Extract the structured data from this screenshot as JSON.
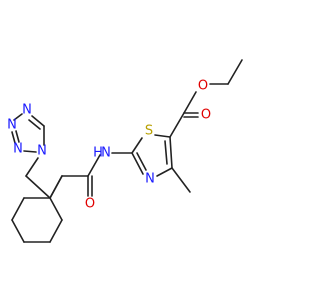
{
  "molecule": {
    "atoms": {
      "o_ester_ether": {
        "symbol": "O",
        "color": "#e00000"
      },
      "o_ester_carbonyl": {
        "symbol": "O",
        "color": "#e00000"
      },
      "s_thiazole": {
        "symbol": "S",
        "color": "#b8a000"
      },
      "n_thiazole": {
        "symbol": "N",
        "color": "#1a1aff"
      },
      "nh_amide": {
        "symbol": "H",
        "n_symbol": "N",
        "color": "#1a1aff"
      },
      "o_amide": {
        "symbol": "O",
        "color": "#e00000"
      },
      "n_tz1": {
        "symbol": "N",
        "color": "#1a1aff"
      },
      "n_tz2": {
        "symbol": "N",
        "color": "#1a1aff"
      },
      "n_tz3": {
        "symbol": "N",
        "color": "#1a1aff"
      },
      "n_tz4": {
        "symbol": "N",
        "color": "#1a1aff"
      }
    },
    "colors": {
      "bond": "#222222",
      "oxygen": "#e00000",
      "nitrogen": "#1a1aff",
      "sulfur": "#b8a000"
    }
  }
}
